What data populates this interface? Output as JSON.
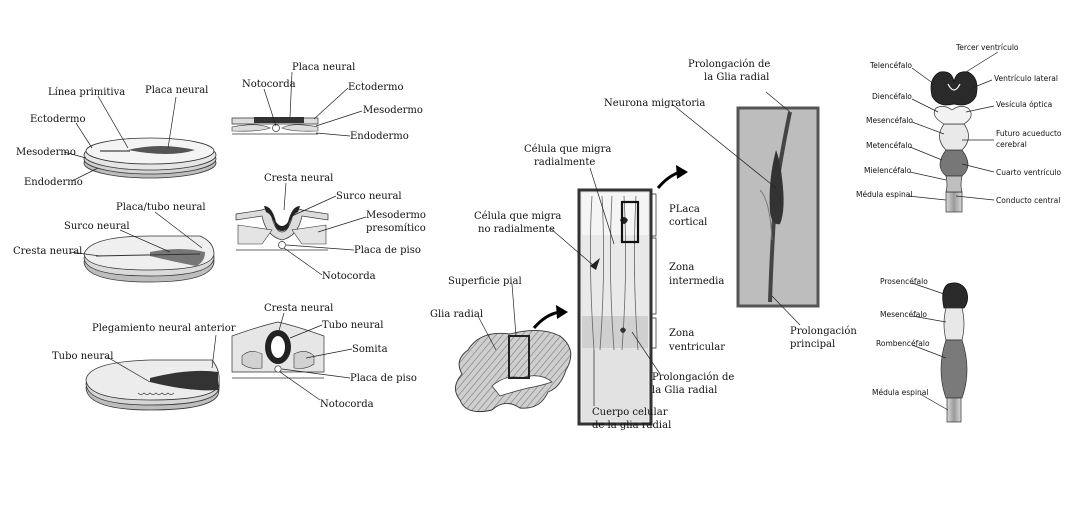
{
  "figure": {
    "embryos": {
      "primitive_streak": "Línea primitiva",
      "neural_plate": "Placa neural",
      "ectoderm": "Ectodermo",
      "mesoderm": "Mesodermo",
      "endoderm": "Endodermo",
      "plate_tube": "Placa/tubo neural",
      "neural_groove": "Surco neural",
      "neural_crest": "Cresta neural",
      "anterior_fold": "Plegamiento neural anterior",
      "neural_tube": "Tubo neural"
    },
    "sections": {
      "notochord": "Notocorda",
      "neural_plate": "Placa neural",
      "ectoderm": "Ectodermo",
      "mesoderm": "Mesodermo",
      "endoderm": "Endodermo",
      "neural_crest": "Cresta neural",
      "neural_groove": "Surco neural",
      "presomitic_1": "Mesodermo",
      "presomitic_2": "presomítico",
      "floor_plate": "Placa de piso",
      "neural_tube": "Tubo neural",
      "somite": "Somita"
    },
    "migration": {
      "pial_surface": "Superficie pial",
      "radial_glia": "Glia radial",
      "radial_cell_1": "Célula que migra",
      "radial_cell_2": "radialmente",
      "nonradial_cell_1": "Célula que migra",
      "nonradial_cell_2": "no radialmente",
      "cortical_1": "PLaca",
      "cortical_2": "cortical",
      "intermediate_1": "Zona",
      "intermediate_2": "intermedia",
      "ventricular_1": "Zona",
      "ventricular_2": "ventricular",
      "glia_process_1": "Prolongación de",
      "glia_process_2": "la Glia radial",
      "cell_body_1": "Cuerpo celular",
      "cell_body_2": "de la glia radial",
      "glia_top_1": "Prolongación de",
      "glia_top_2": "la Glia radial",
      "migrating_neuron": "Neurona migratoria",
      "main_process_1": "Prolongación",
      "main_process_2": "principal"
    },
    "brain5": {
      "third_ventricle": "Tercer ventrículo",
      "telencephalon": "Telencéfalo",
      "lateral_ventricle": "Ventrículo lateral",
      "diencephalon": "Diencéfalo",
      "optic_vesicle": "Vesícula óptica",
      "mesencephalon": "Mesencéfalo",
      "aqueduct_1": "Futuro acueducto",
      "aqueduct_2": "cerebral",
      "metencephalon": "Metencéfalo",
      "fourth_ventricle": "Cuarto ventrículo",
      "myelencephalon": "Mielencéfalo",
      "spinal_cord": "Médula espinal",
      "central_canal": "Conducto central"
    },
    "brain3": {
      "prosencephalon": "Prosencéfalo",
      "mesencephalon": "Mesencéfalo",
      "rhombencephalon": "Rombencéfalo",
      "spinal_cord": "Médula espinal"
    }
  }
}
